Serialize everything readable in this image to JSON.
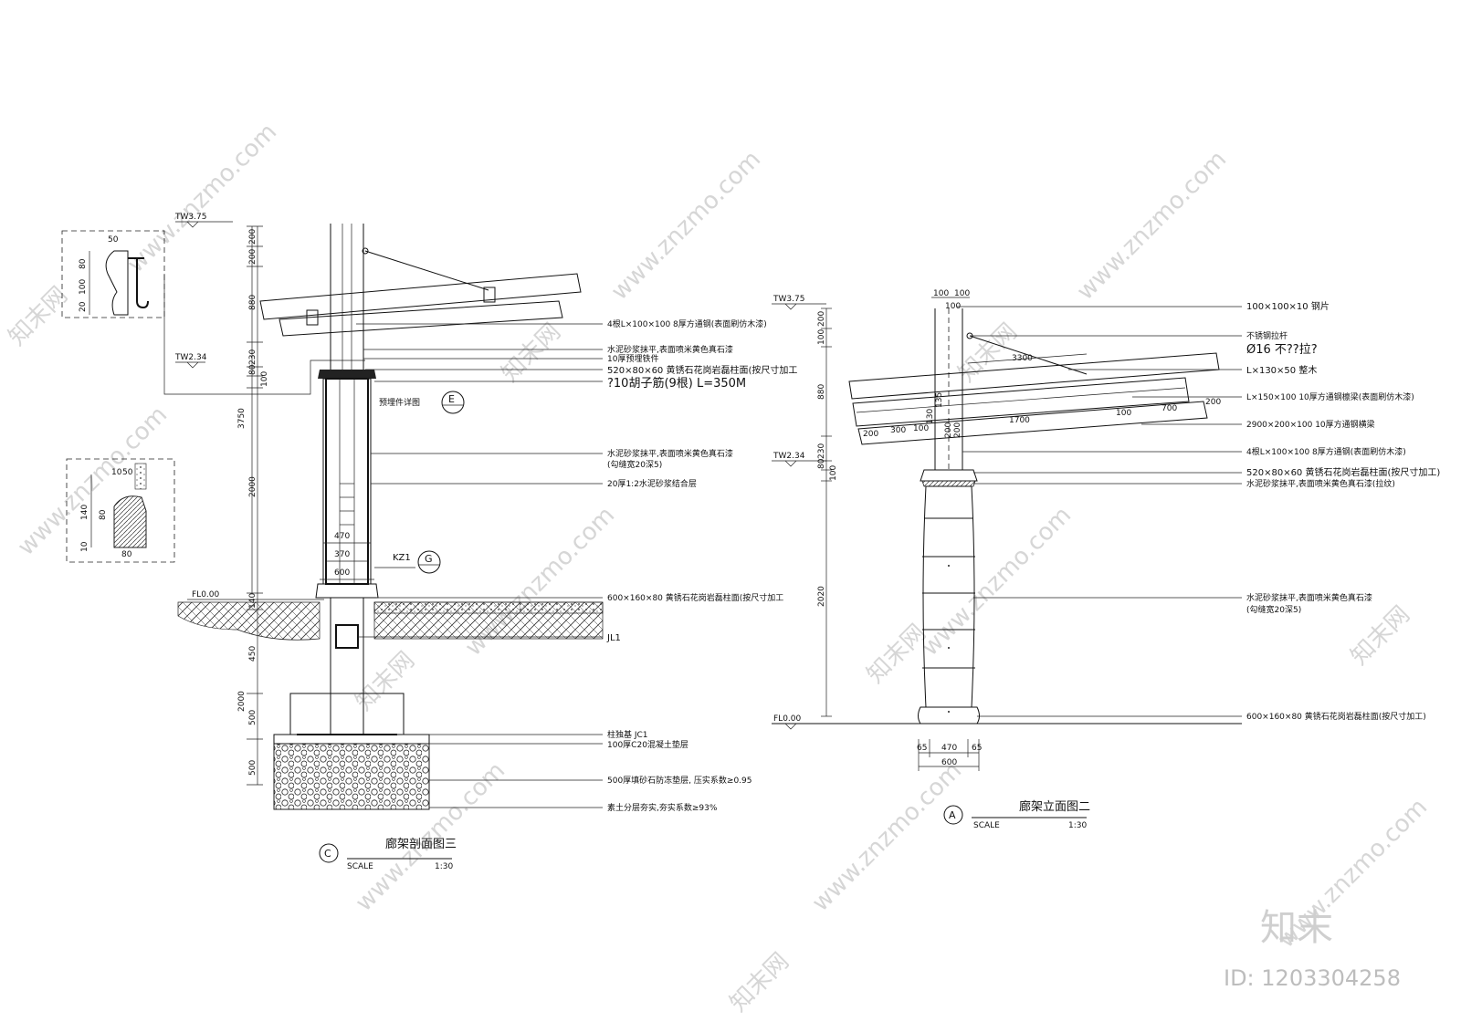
{
  "watermark": {
    "site": "www.znzmo.com",
    "brand_cn": "知末网",
    "brand_mark": "知末",
    "image_id": "ID: 1203304258"
  },
  "drawing_left": {
    "title": "廊架剖面图三",
    "symbol": "C",
    "scale_label": "SCALE",
    "scale": "1:30",
    "levels": {
      "top": "TW3.75",
      "mid": "TW2.34",
      "floor": "FL0.00"
    },
    "dims_vertical": [
      "200",
      "200",
      "880",
      "230",
      "80",
      "100",
      "3750",
      "2000",
      "140",
      "450",
      "500",
      "2000",
      "500"
    ],
    "dims_horizontal": [
      "470",
      "370",
      "600"
    ],
    "detail_dims_top": [
      "50",
      "80",
      "100",
      "20"
    ],
    "detail_dims_bottom": [
      "10",
      "50",
      "140",
      "80",
      "10",
      "80"
    ],
    "notes": [
      "4根L×100×100 8厚方通钢(表面刷仿木漆)",
      "水泥砂浆抹平,表面喷米黄色真石漆",
      "10厚预埋铁件",
      "520×80×60 黄锈石花岗岩磊柱面(按尺寸加工",
      "?10胡子筋(9根) L=350M",
      "水泥砂浆抹平,表面喷米黄色真石漆",
      "(勾缝宽20深5)",
      "20厚1:2水泥砂浆结合层",
      "600×160×80 黄锈石花岗岩磊柱面(按尺寸加工",
      "JL1",
      "柱独基 JC1",
      "100厚C20混凝土垫层",
      "500厚填砂石防冻垫层, 压实系数≥0.95",
      "素土分层夯实,夯实系数≥93%"
    ],
    "tags": {
      "detail_note": "预埋件详图",
      "detail_E": "E",
      "kz": "KZ1",
      "detail_G": "G"
    }
  },
  "drawing_right": {
    "title": "廊架立面图二",
    "symbol": "A",
    "scale_label": "SCALE",
    "scale": "1:30",
    "levels": {
      "top": "TW3.75",
      "mid": "TW2.34",
      "floor": "FL0.00"
    },
    "dims_vertical": [
      "200",
      "100",
      "880",
      "230",
      "80",
      "100",
      "2020"
    ],
    "dims_top": [
      "100",
      "100",
      "100"
    ],
    "dims_beam": [
      "3300",
      "130",
      "135",
      "200",
      "300",
      "100",
      "200",
      "1700",
      "100",
      "700",
      "200",
      "200"
    ],
    "dims_base": [
      "65",
      "470",
      "65",
      "600"
    ],
    "notes": [
      "100×100×10 钢片",
      "不锈钢拉杆",
      "Ø16 不??拉?",
      "L×130×50 整木",
      "L×150×100 10厚方通钢檩梁(表面刷仿木漆)",
      "2900×200×100 10厚方通钢横梁",
      "4根L×100×100 8厚方通钢(表面刷仿木漆)",
      "520×80×60 黄锈石花岗岩磊柱面(按尺寸加工)",
      "水泥砂浆抹平,表面喷米黄色真石漆(拉纹)",
      "水泥砂浆抹平,表面喷米黄色真石漆",
      "(勾缝宽20深5)",
      "600×160×80 黄锈石花岗岩磊柱面(按尺寸加工)"
    ]
  }
}
